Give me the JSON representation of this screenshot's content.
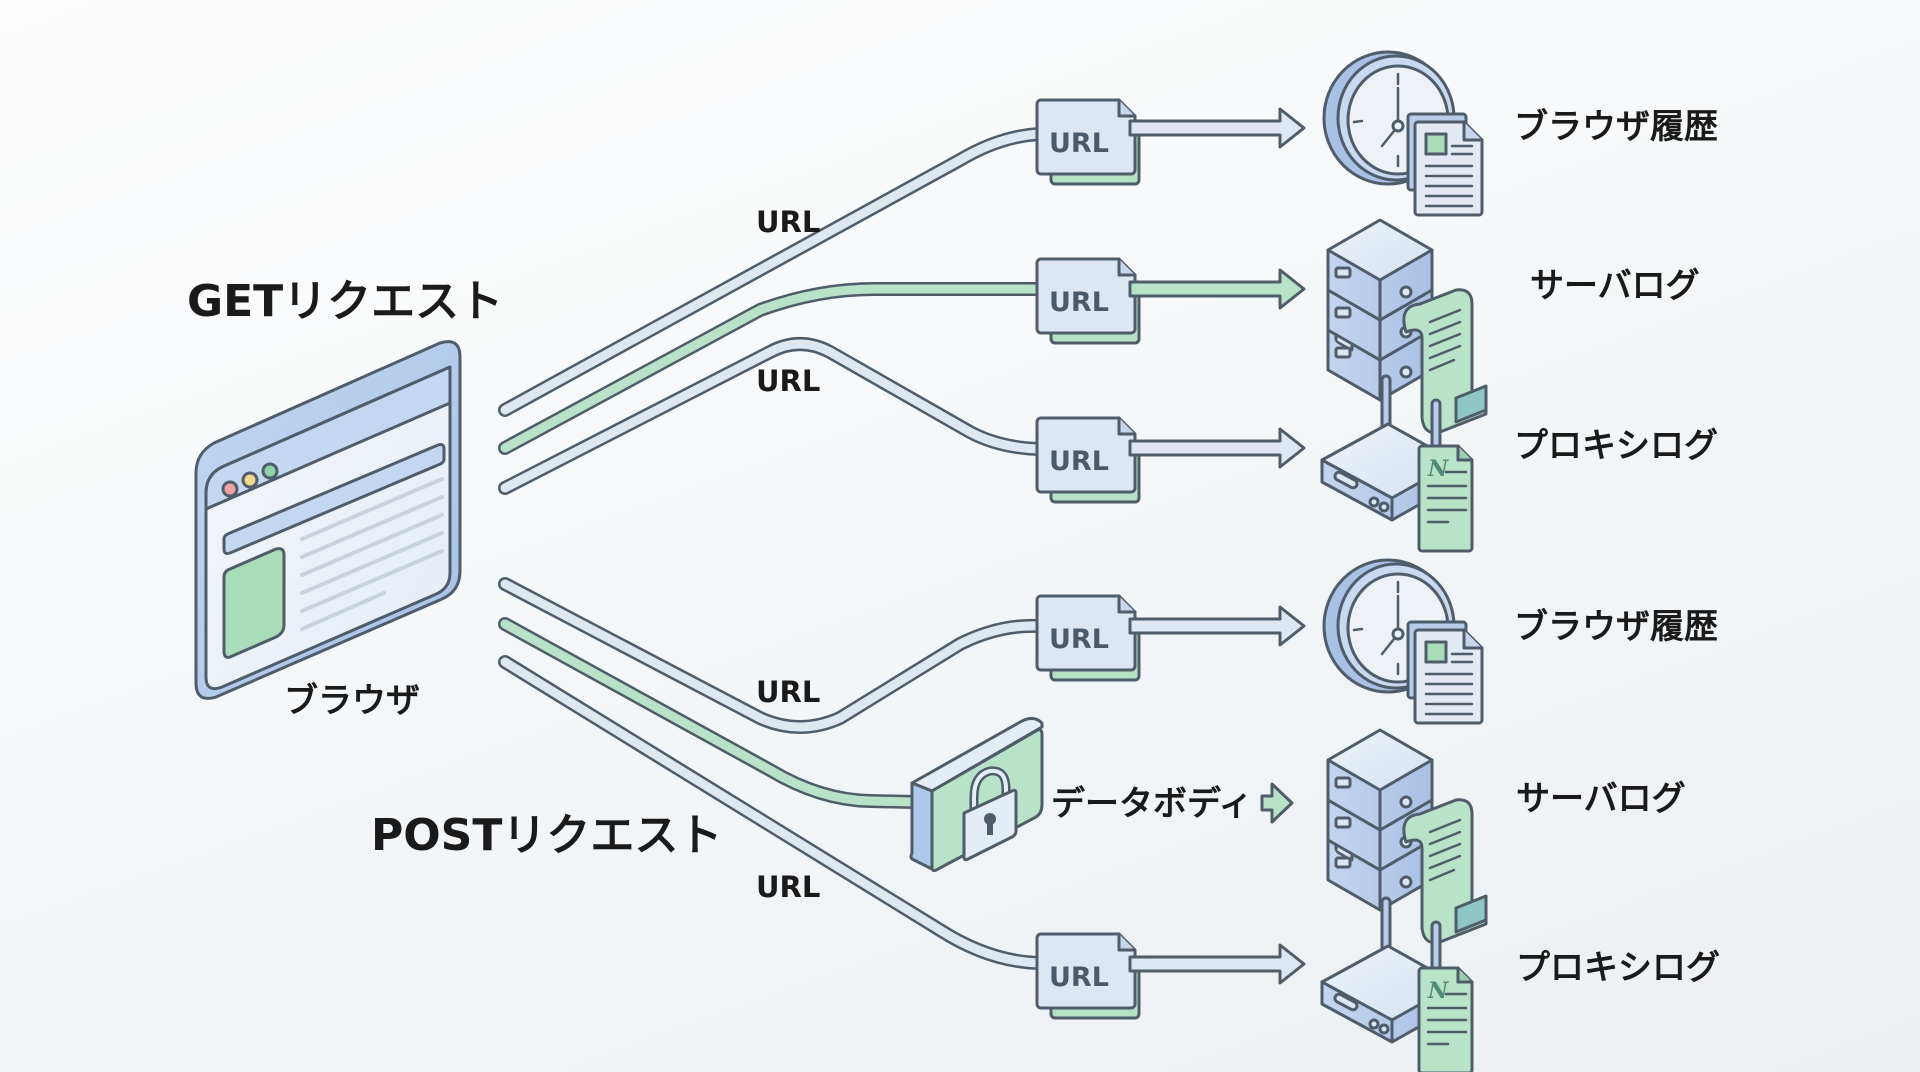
{
  "diagram": {
    "get_section": {
      "title": "GETリクエスト",
      "path_labels": [
        "URL",
        "URL"
      ],
      "flows": [
        {
          "payload": "URL",
          "destination": "ブラウザ履歴",
          "icon": "clock-history-icon",
          "highlight": false
        },
        {
          "payload": "URL",
          "destination": "サーバログ",
          "icon": "server-log-icon",
          "highlight": true
        },
        {
          "payload": "URL",
          "destination": "プロキシログ",
          "icon": "proxy-router-icon",
          "highlight": false
        }
      ]
    },
    "source": {
      "label": "ブラウザ",
      "icon": "browser-window-icon"
    },
    "post_section": {
      "title": "POSTリクエスト",
      "path_labels": [
        "URL",
        "URL"
      ],
      "body_label": "データボディ",
      "body_icon": "lock-icon",
      "flows": [
        {
          "payload": "URL",
          "destination": "ブラウザ履歴",
          "icon": "clock-history-icon",
          "highlight": false
        },
        {
          "payload": "データボディ",
          "destination": "サーバログ",
          "icon": "server-log-icon",
          "highlight": true
        },
        {
          "payload": "URL",
          "destination": "プロキシログ",
          "icon": "proxy-router-icon",
          "highlight": false
        }
      ]
    },
    "colors": {
      "url_pipe": "#dfe7f1",
      "body_pipe": "#b9e3c8",
      "outline": "#4f5d6b",
      "browser_frame": "#aec8ea",
      "green_accent": "#a9dcb9",
      "text": "#1a1a1a"
    }
  }
}
